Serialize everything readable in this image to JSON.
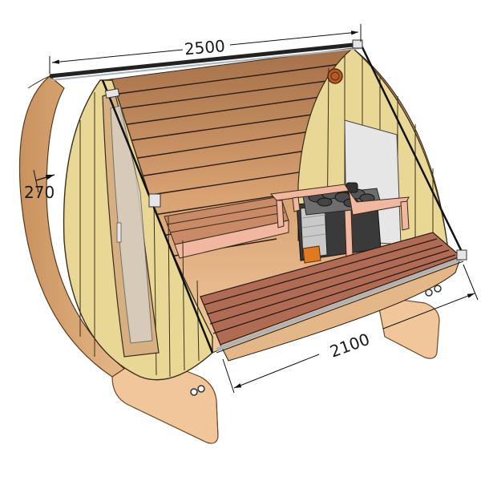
{
  "diagram": {
    "subject": "Barrel sauna cutaway with bench and stove",
    "dimensions": {
      "length_top": "2500",
      "wall_thickness": "270",
      "length_bottom": "2100"
    },
    "colors": {
      "background": "#ffffff",
      "front_wall": "#e9d796",
      "front_wall_lines": "#3a2f1a",
      "interior_wall": "#d9a373",
      "interior_wall_dark": "#b07a50",
      "floor_bench": "#b06b55",
      "bench_frame": "#f2b7a0",
      "stove_body": "#3a3a3a",
      "stove_stones": "#4a4a4a",
      "stove_door": "#c9c9c9",
      "fire": "#e07a20",
      "base_support": "#f0c69a",
      "metal_band": "#a9b4bd",
      "window": "#e6e6e6",
      "vent": "#b55b2a",
      "dimension_line": "#111111"
    }
  }
}
